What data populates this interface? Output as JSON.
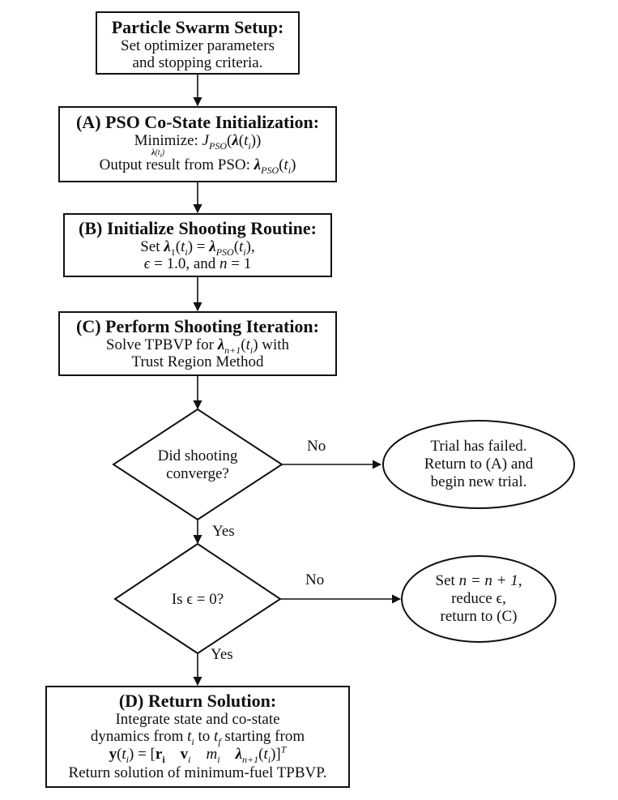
{
  "box_setup": {
    "title": "Particle Swarm Setup:",
    "line1": "Set optimizer parameters",
    "line2": "and stopping criteria."
  },
  "box_a": {
    "title": "(A) PSO Co-State Initialization:",
    "minimize": "Minimize:",
    "output": "Output result from PSO:"
  },
  "box_b": {
    "title": "(B) Initialize Shooting Routine:",
    "set": "Set",
    "eps_text": "= 1.0, and",
    "n_text": "= 1"
  },
  "box_c": {
    "title": "(C) Perform Shooting Iteration:",
    "line1": "Solve TPBVP for",
    "with": "with",
    "line2": "Trust Region Method"
  },
  "diamond1": {
    "line1": "Did shooting",
    "line2": "converge?"
  },
  "diamond2": {
    "text": "Is ϵ = 0?"
  },
  "ellipse_fail": {
    "line1": "Trial has failed.",
    "line2": "Return to (A) and",
    "line3": "begin new trial."
  },
  "ellipse_reduce": {
    "line1": "Set",
    "n_eq": "n = n + 1,",
    "line2": "reduce ϵ,",
    "line3": "return to (C)"
  },
  "labels": {
    "no1": "No",
    "yes1": "Yes",
    "no2": "No",
    "yes2": "Yes"
  },
  "box_d": {
    "title": "(D) Return Solution:",
    "line1": "Integrate state and co-state",
    "line2a": "dynamics from",
    "to": "to",
    "starting": "starting from",
    "line4": "Return solution of minimum-fuel TPBVP."
  }
}
